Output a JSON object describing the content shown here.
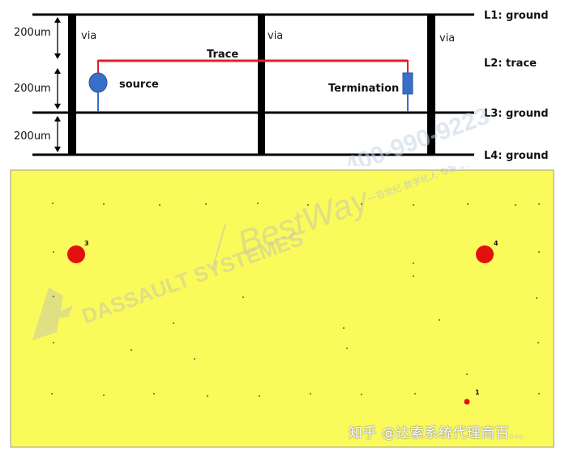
{
  "stackup": {
    "layers": [
      {
        "id": "L1",
        "label": "L1: ground"
      },
      {
        "id": "L2",
        "label": "L2: trace"
      },
      {
        "id": "L3",
        "label": "L3: ground"
      },
      {
        "id": "L4",
        "label": "L4: ground"
      }
    ],
    "spacings": [
      "200um",
      "200um",
      "200um"
    ],
    "vias": [
      "via",
      "via",
      "via"
    ],
    "trace_label": "Trace",
    "source_label": "source",
    "termination_label": "Termination",
    "colors": {
      "trace": "#e0202a",
      "source": "#3a6fc8",
      "plane": "#000000"
    }
  },
  "board": {
    "background": "#fafa5a",
    "via_color": "#e31010",
    "via_labels": [
      "3",
      "4",
      "1"
    ]
  },
  "watermarks": {
    "phone": "400-990-9223",
    "bestway": "BestWay",
    "dassault": "DASSAULT SYSTEMES",
    "cn_tag": "一百世纪·数字化人·专家专家一"
  },
  "credit": "知乎 @达索系统代理商百..."
}
